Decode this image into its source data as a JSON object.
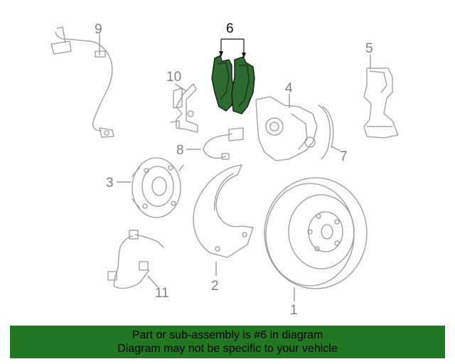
{
  "callouts": {
    "1": "1",
    "2": "2",
    "3": "3",
    "4": "4",
    "5": "5",
    "6": "6",
    "7": "7",
    "8": "8",
    "9": "9",
    "10": "10",
    "11": "11"
  },
  "banner": {
    "line1": "Part or sub-assembly is #6 in diagram",
    "line2": "Diagram may not be specific to your vehicle"
  },
  "colors": {
    "highlight_part": "#2e6b2e",
    "banner_bg": "#227722"
  }
}
